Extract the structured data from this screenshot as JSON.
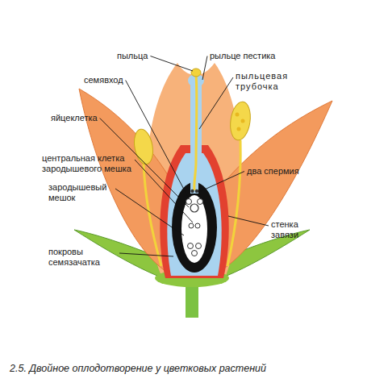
{
  "diagram": {
    "caption": "2.5. Двойное оплодотворение у цветковых растений",
    "labels": [
      "пыльца",
      "рыльце пестика",
      "семявход",
      "пыльцевая трубочка",
      "яйцеклетка",
      "центральная клетка зародышевого мешка",
      "два спермия",
      "зародышевый мешок",
      "стенка завязи",
      "покровы семязачатка"
    ]
  }
}
